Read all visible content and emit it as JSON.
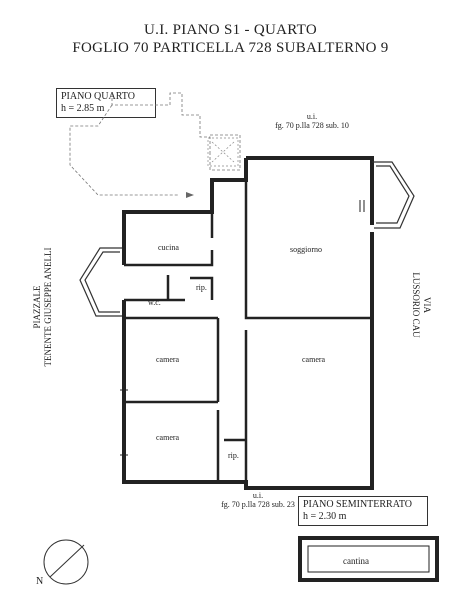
{
  "header": {
    "title_line1": "U.I. PIANO S1 - QUARTO",
    "title_line2": "FOGLIO 70 PARTICELLA 728 SUBALTERNO 9"
  },
  "floor_quarto": {
    "label": "PIANO QUARTO",
    "height": "h = 2.85 m"
  },
  "floor_seminterrato": {
    "label": "PIANO SEMINTERRATO",
    "height": "h = 2.30 m"
  },
  "neighbor_top": {
    "line1": "u.i.",
    "line2": "fg. 70 p.lla 728 sub. 10"
  },
  "neighbor_bottom": {
    "line1": "u.i.",
    "line2": "fg. 70 p.lla 728 sub. 23"
  },
  "street_left": {
    "line1": "PIAZZALE",
    "line2": "TENENTE GIUSEPPE ANELLI"
  },
  "street_right": {
    "line1": "VIA",
    "line2": "LUSSORIO CAU"
  },
  "rooms": {
    "cucina": "cucina",
    "soggiorno": "soggiorno",
    "rip1": "rip.",
    "wc": "w.c.",
    "camera1": "camera",
    "camera2": "camera",
    "camera3": "camera",
    "rip2": "rip.",
    "cantina": "cantina"
  },
  "north": {
    "label": "N"
  }
}
